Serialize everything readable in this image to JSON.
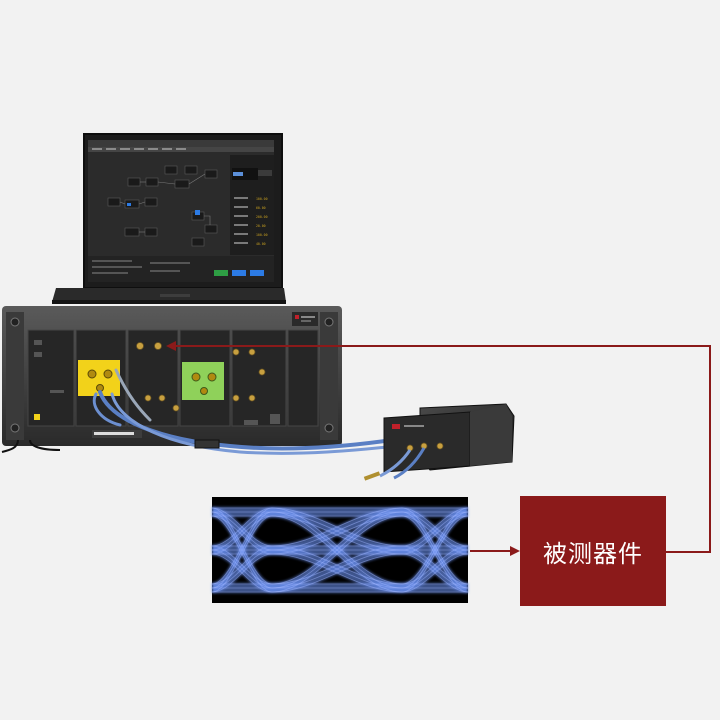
{
  "diagram": {
    "dut_label": "被测器件",
    "colors": {
      "background": "#f2f2f2",
      "dut_fill": "#8b1a1a",
      "arrow": "#8b1a1a",
      "eye_background": "#000000",
      "eye_trace": "#6a8ff0"
    },
    "laptop": {
      "sidebar_readouts": [
        "100.00",
        "60.00",
        "200.00",
        "20.00",
        "100.00",
        "40.00"
      ]
    }
  }
}
